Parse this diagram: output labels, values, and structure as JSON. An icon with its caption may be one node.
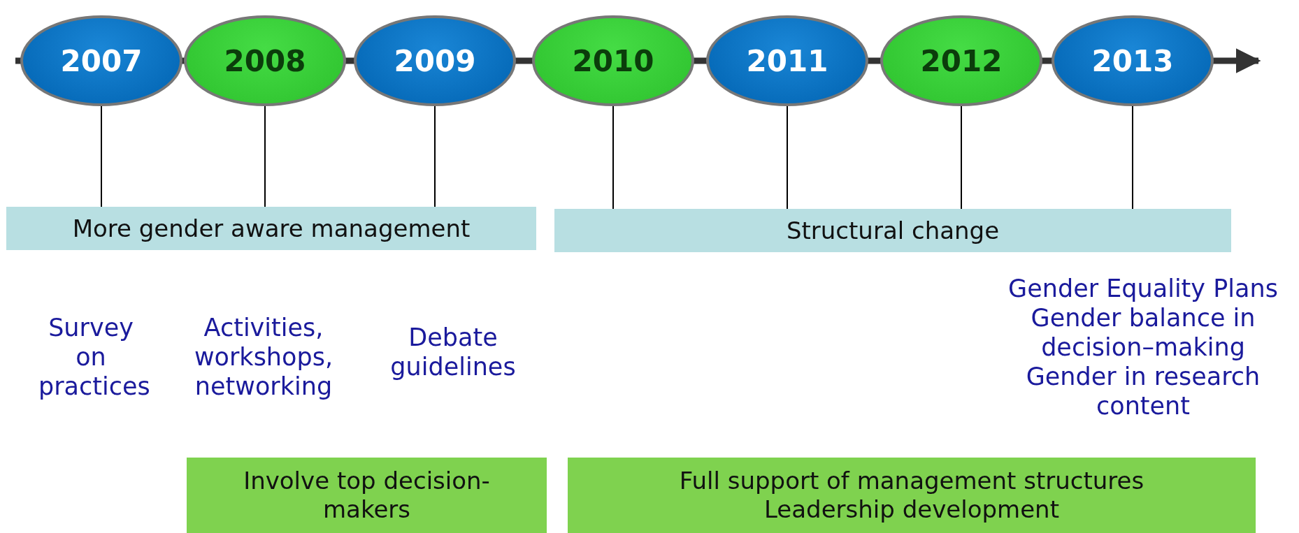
{
  "diagram": {
    "nodes": [
      {
        "text": [
          "2007"
        ]
      },
      {
        "text": [
          "2008"
        ]
      },
      {
        "text": [
          "2009"
        ]
      },
      {
        "text": [
          "2010"
        ]
      },
      {
        "text": [
          "2011"
        ]
      },
      {
        "text": [
          "2012"
        ]
      },
      {
        "text": [
          "2013"
        ]
      },
      {
        "text": [
          "More gender aware management"
        ]
      },
      {
        "text": [
          "Structural change"
        ]
      },
      {
        "text": [
          "Involve top decision-makers"
        ]
      },
      {
        "text": [
          "Full support of management structures",
          "Leadership development"
        ]
      }
    ],
    "edges": [
      {
        "from": 0,
        "to": 7,
        "arrow": "none"
      },
      {
        "from": 1,
        "to": 7,
        "arrow": "none"
      },
      {
        "from": 2,
        "to": 7,
        "arrow": "none"
      },
      {
        "from": 3,
        "to": 8,
        "arrow": "none"
      },
      {
        "from": 4,
        "to": 8,
        "arrow": "none"
      },
      {
        "from": 5,
        "to": 8,
        "arrow": "none"
      },
      {
        "from": 6,
        "to": 8,
        "arrow": "none"
      }
    ],
    "labels": [
      "Survey on practices",
      "Activities, workshops, networking",
      "Debate guidelines",
      "Gender Equality Plans",
      "Gender balance in decision–making",
      "Gender in research content"
    ]
  }
}
